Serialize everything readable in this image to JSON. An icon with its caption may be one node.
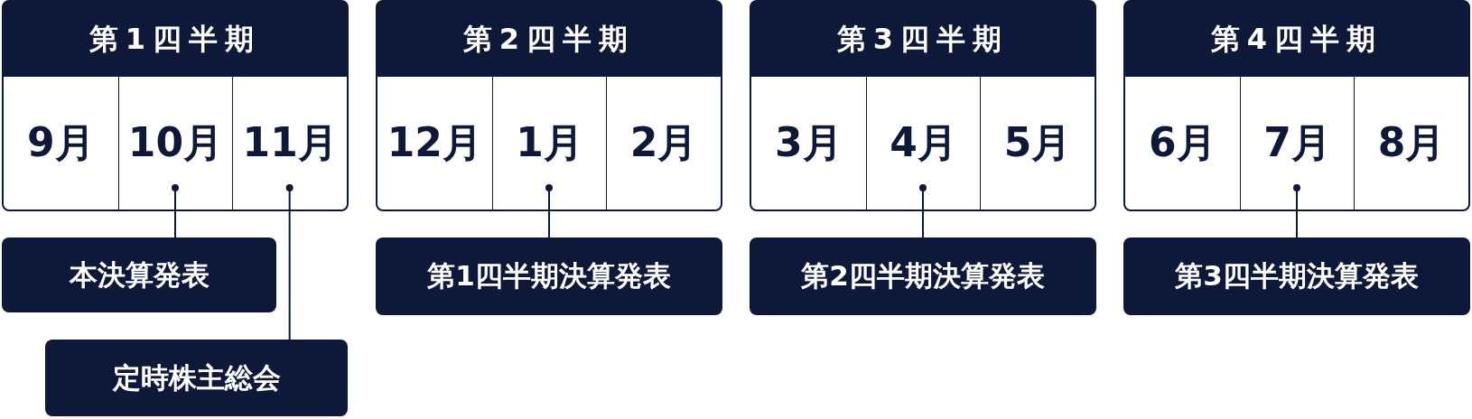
{
  "diagram": {
    "nodes": [
      {
        "text": [
          "第1四半期"
        ]
      },
      {
        "text": [
          "9月"
        ],
        "in": 0
      },
      {
        "text": [
          "10月"
        ],
        "in": 0
      },
      {
        "text": [
          "11月"
        ],
        "in": 0
      },
      {
        "text": [
          "第2四半期"
        ]
      },
      {
        "text": [
          "12月"
        ],
        "in": 4
      },
      {
        "text": [
          "1月"
        ],
        "in": 4
      },
      {
        "text": [
          "2月"
        ],
        "in": 4
      },
      {
        "text": [
          "第3四半期"
        ]
      },
      {
        "text": [
          "3月"
        ],
        "in": 8
      },
      {
        "text": [
          "4月"
        ],
        "in": 8
      },
      {
        "text": [
          "5月"
        ],
        "in": 8
      },
      {
        "text": [
          "第4四半期"
        ]
      },
      {
        "text": [
          "6月"
        ],
        "in": 12
      },
      {
        "text": [
          "7月"
        ],
        "in": 12
      },
      {
        "text": [
          "8月"
        ],
        "in": 12
      },
      {
        "text": [
          "本決算発表"
        ]
      },
      {
        "text": [
          "定時株主総会"
        ]
      },
      {
        "text": [
          "第1四半期決算発表"
        ]
      },
      {
        "text": [
          "第2四半期決算発表"
        ]
      },
      {
        "text": [
          "第3四半期決算発表"
        ]
      }
    ],
    "edges": [
      {
        "from": 2,
        "to": 16,
        "arrow": "other"
      },
      {
        "from": 3,
        "to": 17,
        "arrow": "other"
      },
      {
        "from": 6,
        "to": 18,
        "arrow": "other"
      },
      {
        "from": 10,
        "to": 19,
        "arrow": "other"
      },
      {
        "from": 14,
        "to": 20,
        "arrow": "other"
      }
    ]
  }
}
